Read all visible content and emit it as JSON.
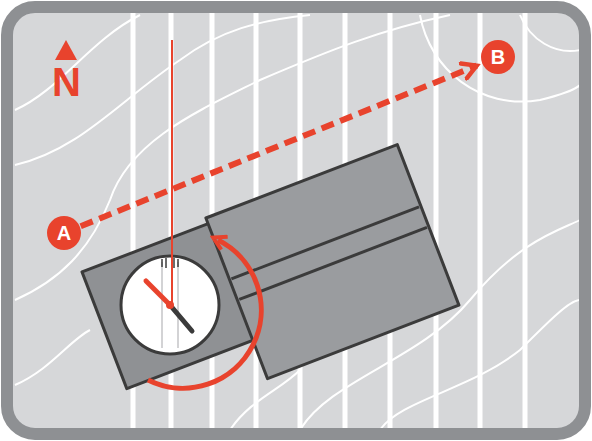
{
  "diagram": {
    "nodes": [
      {
        "text": [
          "A"
        ]
      },
      {
        "text": [
          "B"
        ]
      }
    ],
    "edges": [
      {
        "from": 0,
        "to": 1,
        "arrow": "to"
      }
    ],
    "labels": [
      "N"
    ]
  }
}
